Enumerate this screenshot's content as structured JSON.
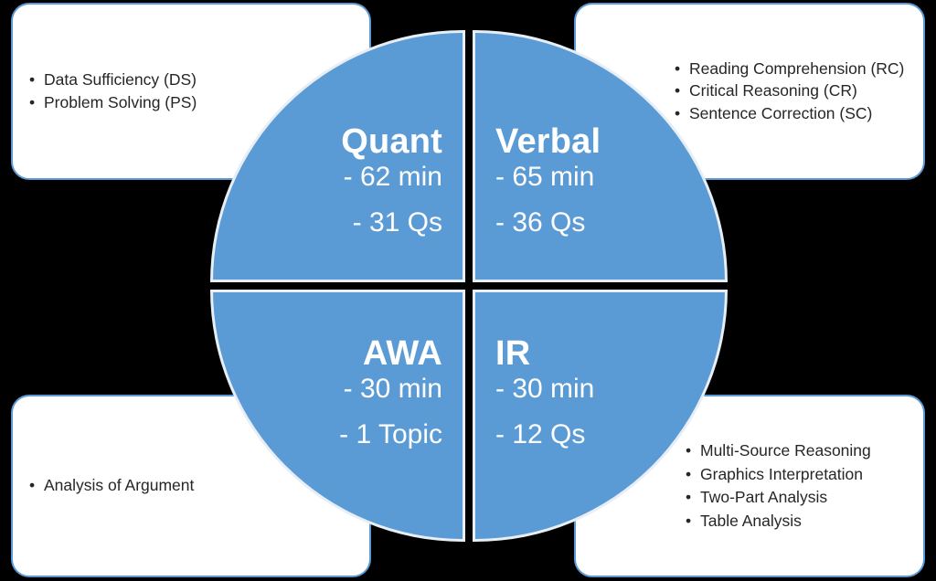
{
  "colors": {
    "accent_blue": "#5b9bd5",
    "background": "#000000",
    "box_fill": "#ffffff",
    "text_dark": "#262626",
    "text_light": "#ffffff"
  },
  "wheel": {
    "quadrants": [
      {
        "key": "quant",
        "title": "Quant",
        "lines": [
          "- 62 min",
          "- 31 Qs"
        ]
      },
      {
        "key": "verbal",
        "title": "Verbal",
        "lines": [
          "- 65 min",
          "- 36 Qs"
        ]
      },
      {
        "key": "awa",
        "title": "AWA",
        "lines": [
          "- 30 min",
          "- 1 Topic"
        ]
      },
      {
        "key": "ir",
        "title": "IR",
        "lines": [
          "- 30 min",
          "- 12 Qs"
        ]
      }
    ]
  },
  "callouts": {
    "quant": {
      "bullet_glyph": "•",
      "items": [
        "Data Sufficiency (DS)",
        "Problem Solving (PS)"
      ]
    },
    "verbal": {
      "bullet_glyph": "•",
      "items": [
        "Reading Comprehension (RC)",
        "Critical Reasoning (CR)",
        "Sentence Correction (SC)"
      ]
    },
    "awa": {
      "bullet_glyph": "•",
      "items": [
        "Analysis of Argument"
      ]
    },
    "ir": {
      "bullet_glyph": "•",
      "items": [
        "Multi-Source Reasoning",
        "Graphics Interpretation",
        "Two-Part Analysis",
        "Table Analysis"
      ]
    }
  }
}
